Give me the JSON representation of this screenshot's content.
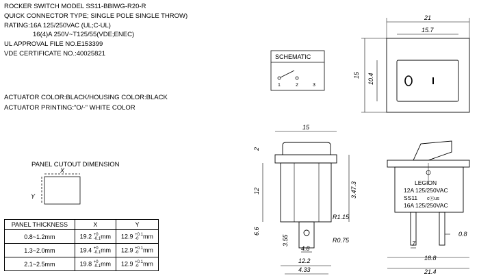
{
  "specs": {
    "line1": "ROCKER SWITCH MODEL SS11-BBIWG-R20-R",
    "line2": "QUICK CONNECTOR TYPE; SINGLE POLE SINGLE THROW)",
    "line3": "RATING:16A 125/250VAC (UL;C-UL)",
    "line4": "16(4)A 250V~T125/55(VDE;ENEC)",
    "line5": "UL APPROVAL FILE NO.E153399",
    "line6": "VDE CERTIFICATE NO.:40025821",
    "line7": "ACTUATOR COLOR:BLACK/HOUSING COLOR:BLACK",
    "line8": "ACTUATOR PRINTING:\"O/-\" WHITE COLOR"
  },
  "schematic": {
    "title": "SCHEMATIC",
    "pin1": "1",
    "pin2": "2",
    "pin3": "3"
  },
  "panel": {
    "title": "PANEL CUTOUT DIMENSION",
    "x_label": "X",
    "y_label": "Y",
    "headers": [
      "PANEL THICKNESS",
      "X",
      "Y"
    ],
    "rows": [
      {
        "thickness": "0.8~1.2mm",
        "x": "19.2",
        "x_tol_hi": "+0",
        "x_tol_lo": "-0.1",
        "x_unit": "mm",
        "y": "12.9",
        "y_tol_hi": "+0.1",
        "y_tol_lo": "-0",
        "y_unit": "mm"
      },
      {
        "thickness": "1.3~2.0mm",
        "x": "19.4",
        "x_tol_hi": "+0",
        "x_tol_lo": "-0.1",
        "x_unit": "mm",
        "y": "12.9",
        "y_tol_hi": "+0.1",
        "y_tol_lo": "-0",
        "y_unit": "mm"
      },
      {
        "thickness": "2.1~2.5mm",
        "x": "19.8",
        "x_tol_hi": "+0",
        "x_tol_lo": "-0.1",
        "x_unit": "mm",
        "y": "12.9",
        "y_tol_hi": "+0.1",
        "y_tol_lo": "-0",
        "y_unit": "mm"
      }
    ]
  },
  "dims": {
    "top_width": "21",
    "top_inner": "15.7",
    "top_height": "15",
    "top_inner_h": "10.4",
    "side_width": "15",
    "side_2": "2",
    "side_12": "12",
    "side_347": "3.47.3",
    "side_66": "6.6",
    "side_355": "3.55",
    "side_48": "4.8",
    "side_r115": "R1.15",
    "side_r075": "R0.75",
    "side_122": "12.2",
    "side_433": "4.33",
    "front_08": "0.8",
    "front_7": "7",
    "front_188": "18.8",
    "front_214": "21.4"
  },
  "label": {
    "brand": "LEGION",
    "rating1": "12A 125/250VAC",
    "model": "SS11",
    "rating2": "16A 125/250VAC",
    "mark": "cⓤus"
  }
}
